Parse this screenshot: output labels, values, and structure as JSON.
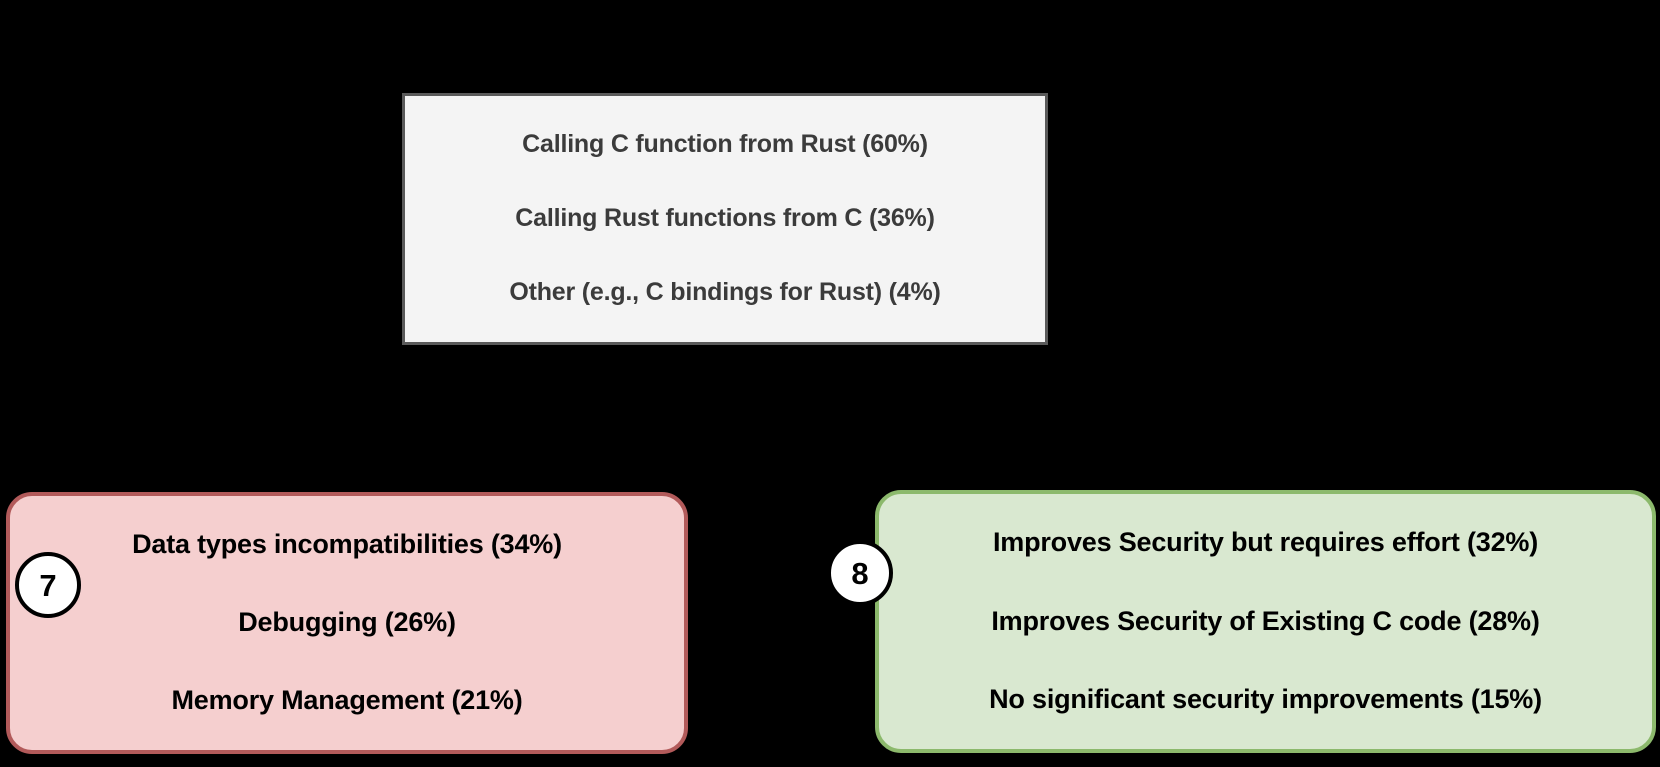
{
  "background_color": "#000000",
  "boxes": {
    "interop_usage": {
      "name": "interop-usage-box",
      "fill_color": "#f4f4f4",
      "border_color": "#5a5a5a",
      "text_color": "#3b3b3b",
      "lines": [
        "Calling C function from Rust (60%)",
        "Calling Rust functions from C (36%)",
        "Other (e.g., C bindings for Rust) (4%)"
      ]
    },
    "challenges": {
      "name": "challenges-box",
      "badge": "7",
      "fill_color": "#f5cfcf",
      "border_color": "#b25a5a",
      "text_color": "#000000",
      "lines": [
        "Data types incompatibilities (34%)",
        "Debugging (26%)",
        "Memory Management (21%)"
      ]
    },
    "security": {
      "name": "security-box",
      "badge": "8",
      "fill_color": "#d9e8d0",
      "border_color": "#8cb96c",
      "text_color": "#000000",
      "lines": [
        "Improves Security but requires effort (32%)",
        "Improves Security of Existing C code (28%)",
        "No significant security improvements  (15%)"
      ]
    }
  }
}
